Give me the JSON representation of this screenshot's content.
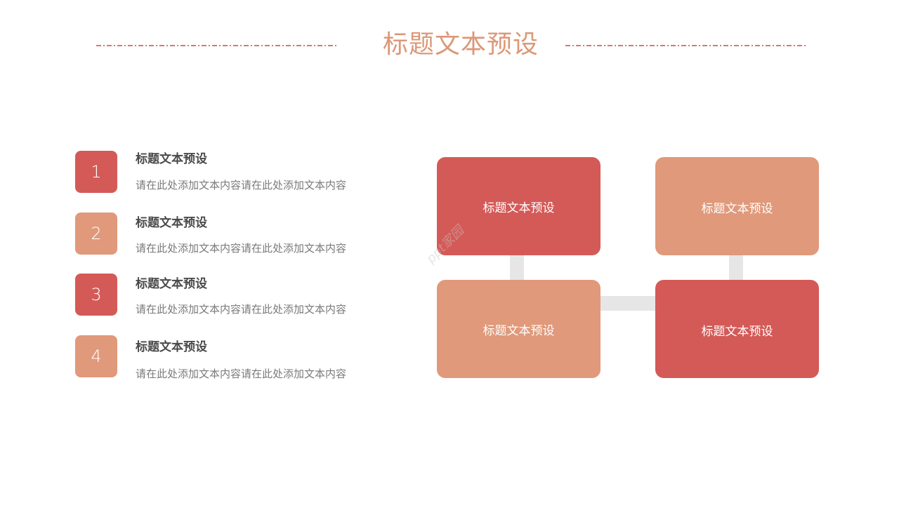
{
  "header": {
    "title": "标题文本预设"
  },
  "colors": {
    "red": "#d45a57",
    "salmon": "#e0997a",
    "title": "#dc9878",
    "connector": "#e6e6e6",
    "dash": "#c8635f"
  },
  "list": {
    "items": [
      {
        "number": "1",
        "title": "标题文本预设",
        "desc": "请在此处添加文本内容请在此处添加文本内容"
      },
      {
        "number": "2",
        "title": "标题文本预设",
        "desc": "请在此处添加文本内容请在此处添加文本内容"
      },
      {
        "number": "3",
        "title": "标题文本预设",
        "desc": "请在此处添加文本内容请在此处添加文本内容"
      },
      {
        "number": "4",
        "title": "标题文本预设",
        "desc": "请在此处添加文本内容请在此处添加文本内容"
      }
    ]
  },
  "diagram": {
    "boxes": [
      {
        "label": "标题文本预设"
      },
      {
        "label": "标题文本预设"
      },
      {
        "label": "标题文本预设"
      },
      {
        "label": "标题文本预设"
      }
    ]
  },
  "watermark": "ppt家园"
}
